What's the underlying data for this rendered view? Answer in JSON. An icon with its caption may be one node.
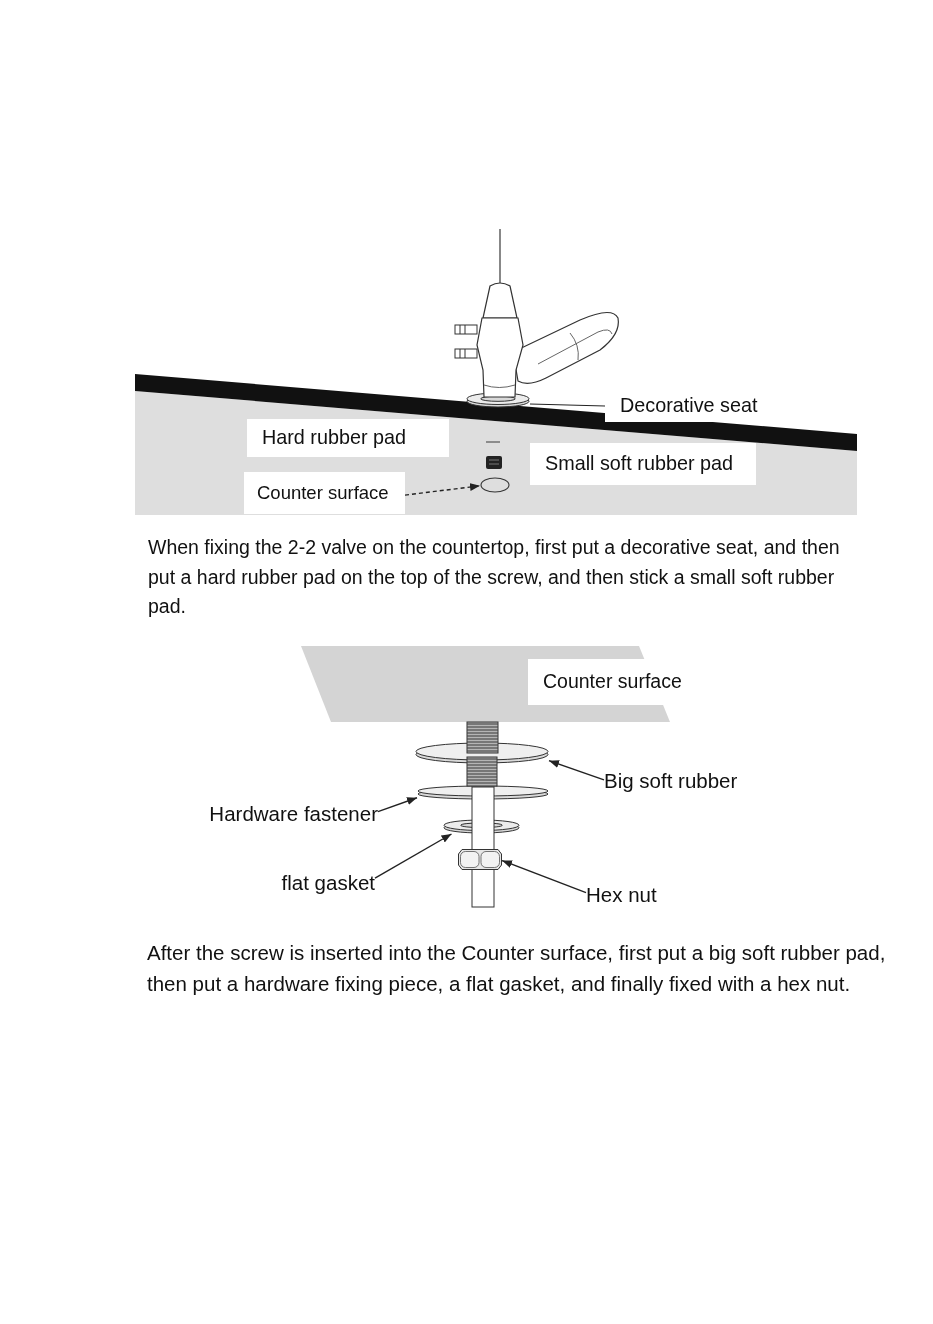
{
  "diagram": {
    "nodes": [
      {
        "text": [
          "Decorative seat"
        ]
      },
      {
        "text": [],
        "shape": "ring"
      },
      {
        "text": [
          "Hard rubber pad"
        ]
      },
      {
        "text": [
          "Small soft rubber pad"
        ]
      },
      {
        "text": [
          "Counter surface"
        ]
      },
      {
        "text": [],
        "shape": "ellipse"
      },
      {
        "text": [
          "Counter surface"
        ]
      },
      {
        "text": [
          "Big soft rubber"
        ]
      },
      {
        "text": [],
        "shape": "disc"
      },
      {
        "text": [
          "Hardware fastener"
        ]
      },
      {
        "text": [],
        "shape": "disc"
      },
      {
        "text": [
          "flat gasket"
        ]
      },
      {
        "text": [],
        "shape": "ring"
      },
      {
        "text": [
          "Hex nut"
        ]
      },
      {
        "text": [],
        "shape": "hexagon"
      }
    ],
    "edges": [
      {
        "from": 0,
        "to": 1,
        "arrow": "none"
      },
      {
        "from": 4,
        "to": 5,
        "arrow": "to",
        "style": "dashed"
      },
      {
        "from": 7,
        "to": 8,
        "arrow": "to"
      },
      {
        "from": 9,
        "to": 10,
        "arrow": "to"
      },
      {
        "from": 11,
        "to": 12,
        "arrow": "to"
      },
      {
        "from": 13,
        "to": 14,
        "arrow": "to"
      }
    ],
    "labels": [
      "When fixing the 2-2 valve on the countertop, first put a decorative seat, and then put a hard rubber pad on the top of the screw, and then stick a small soft rubber pad.",
      "After the screw is inserted into the Counter surface, first put a big soft rubber pad, then put a hardware fixing piece, a flat gasket, and finally fixed with a hex nut."
    ]
  }
}
